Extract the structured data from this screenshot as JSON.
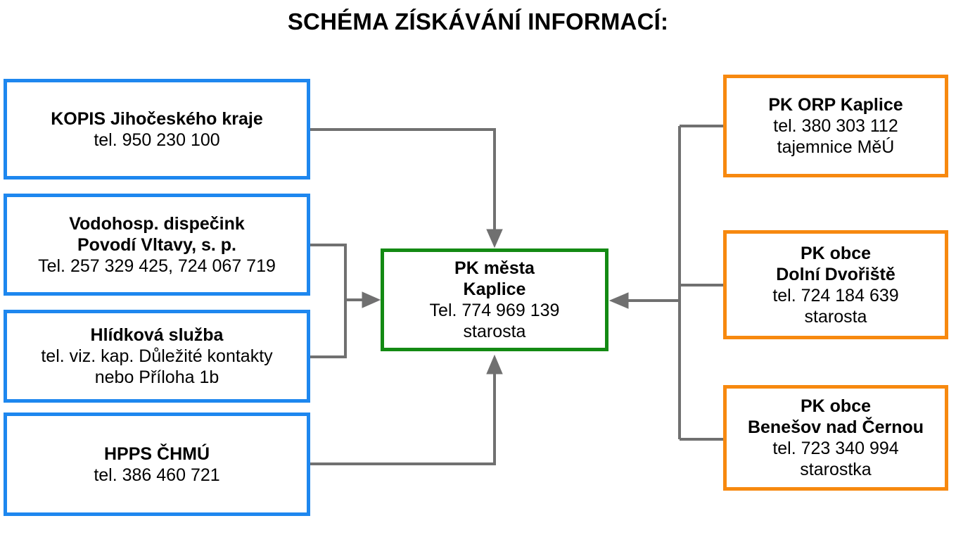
{
  "title": "SCHÉMA ZÍSKÁVÁNÍ INFORMACÍ:",
  "colors": {
    "source_border": "#1e87ef",
    "municipality_border": "#f7890f",
    "center_border": "#138a13",
    "connector": "#707070"
  },
  "center": {
    "lines": [
      "PK města",
      "Kaplice",
      "Tel. 774 969 139",
      "starosta"
    ]
  },
  "left_sources": [
    {
      "lines": [
        "KOPIS Jihočeského kraje",
        "tel. 950 230 100"
      ]
    },
    {
      "lines": [
        "Vodohosp. dispečink",
        "Povodí Vltavy, s. p.",
        "Tel. 257 329 425, 724 067 719"
      ]
    },
    {
      "lines": [
        "Hlídková služba",
        "tel. viz. kap. Důležité kontakty",
        "nebo Příloha 1b"
      ]
    },
    {
      "lines": [
        "HPPS ČHMÚ",
        "tel. 386 460 721"
      ]
    }
  ],
  "right_municipalities": [
    {
      "lines": [
        "PK ORP Kaplice",
        "tel. 380 303 112",
        "tajemnice MěÚ"
      ]
    },
    {
      "lines": [
        "PK obce",
        "Dolní Dvořiště",
        "tel. 724 184 639",
        "starosta"
      ]
    },
    {
      "lines": [
        "PK obce",
        "Benešov nad Černou",
        "tel. 723 340 994",
        "starostka"
      ]
    }
  ]
}
